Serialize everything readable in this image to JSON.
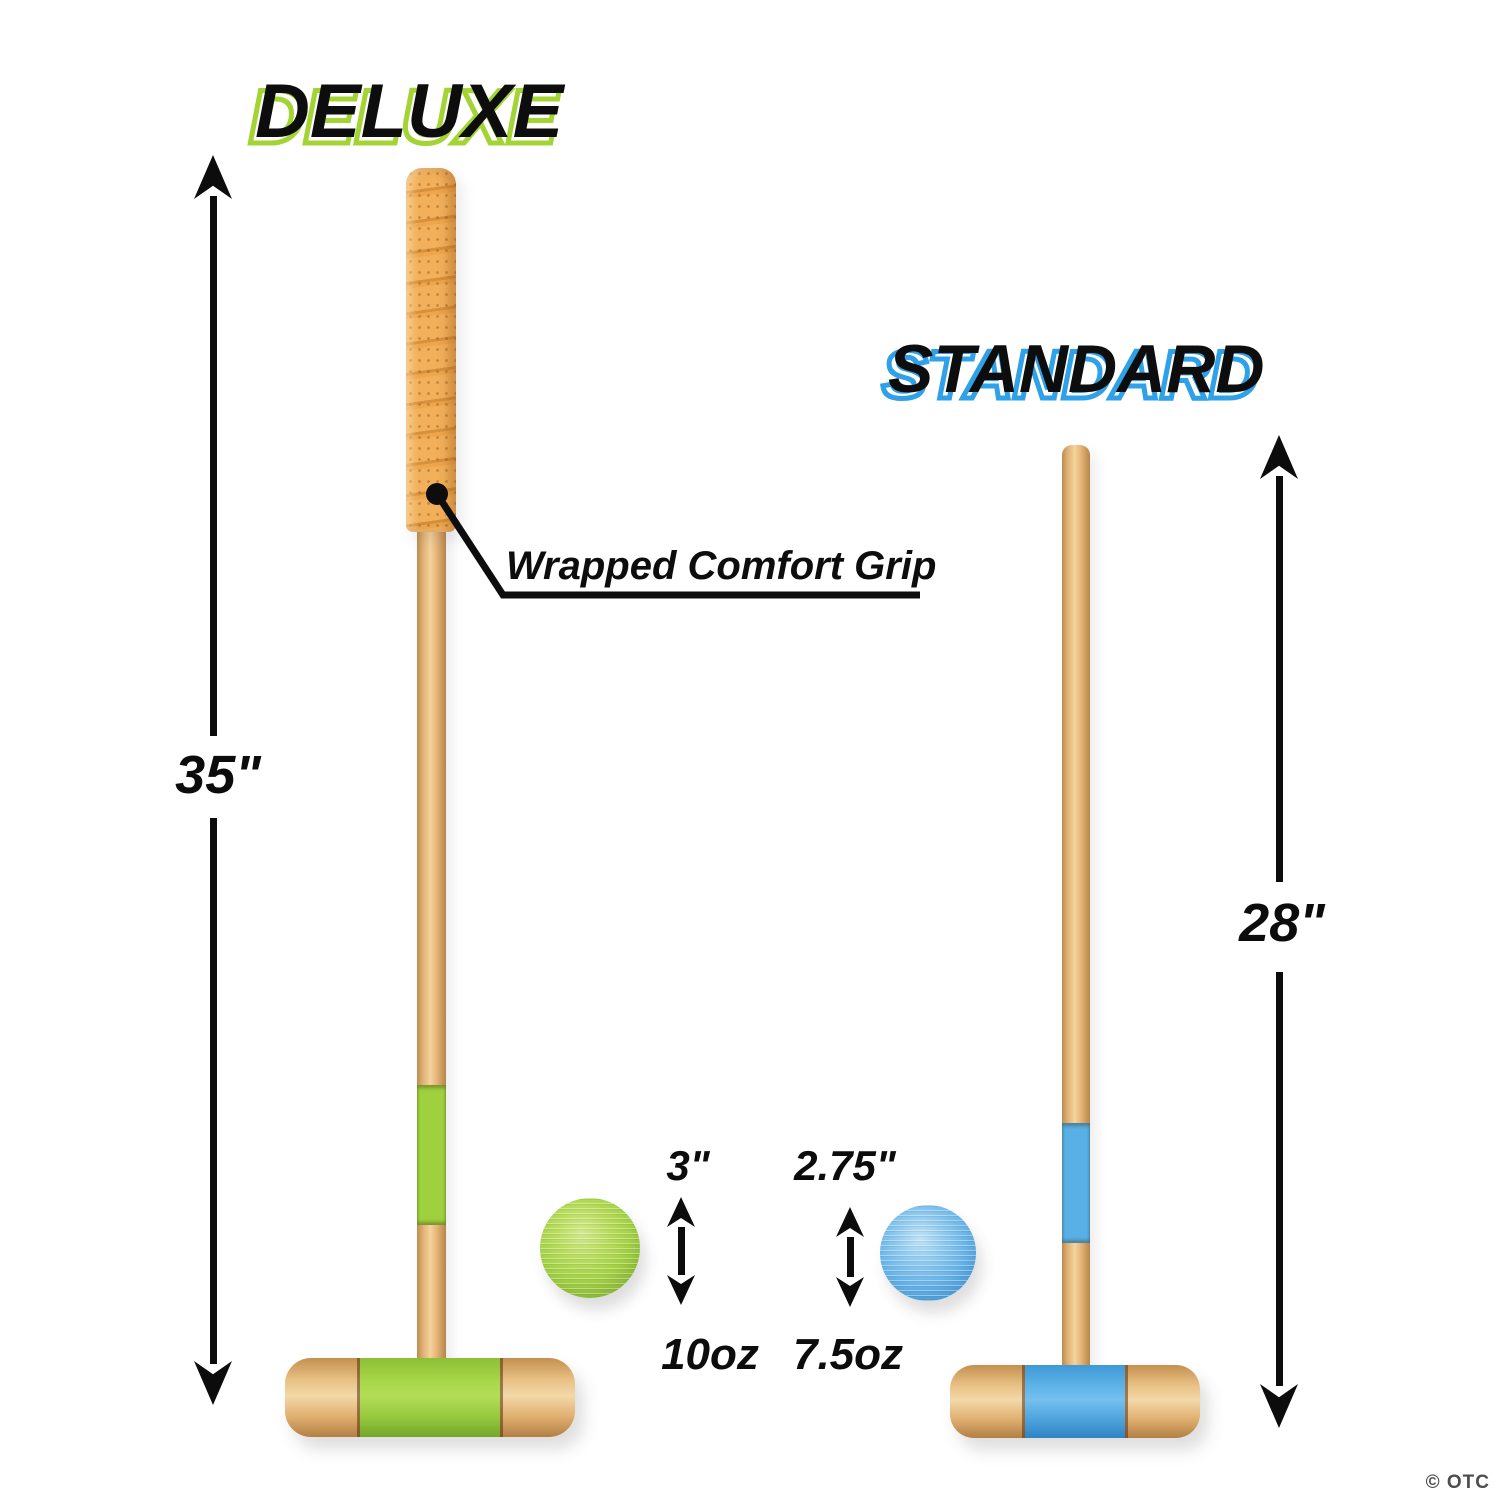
{
  "page": {
    "watermark": "© OTC"
  },
  "deluxe": {
    "title": "DELUXE",
    "height_label": "35\"",
    "callout_label": "Wrapped Comfort Grip",
    "ball_diameter_label": "3\"",
    "ball_weight_label": "10oz",
    "accent_color": "#9ed03f",
    "title_outline_color": "#a4d433"
  },
  "standard": {
    "title": "STANDARD",
    "height_label": "28\"",
    "ball_diameter_label": "2.75\"",
    "ball_weight_label": "7.5oz",
    "accent_color": "#58b0e6",
    "title_outline_color": "#2ea1e8"
  }
}
